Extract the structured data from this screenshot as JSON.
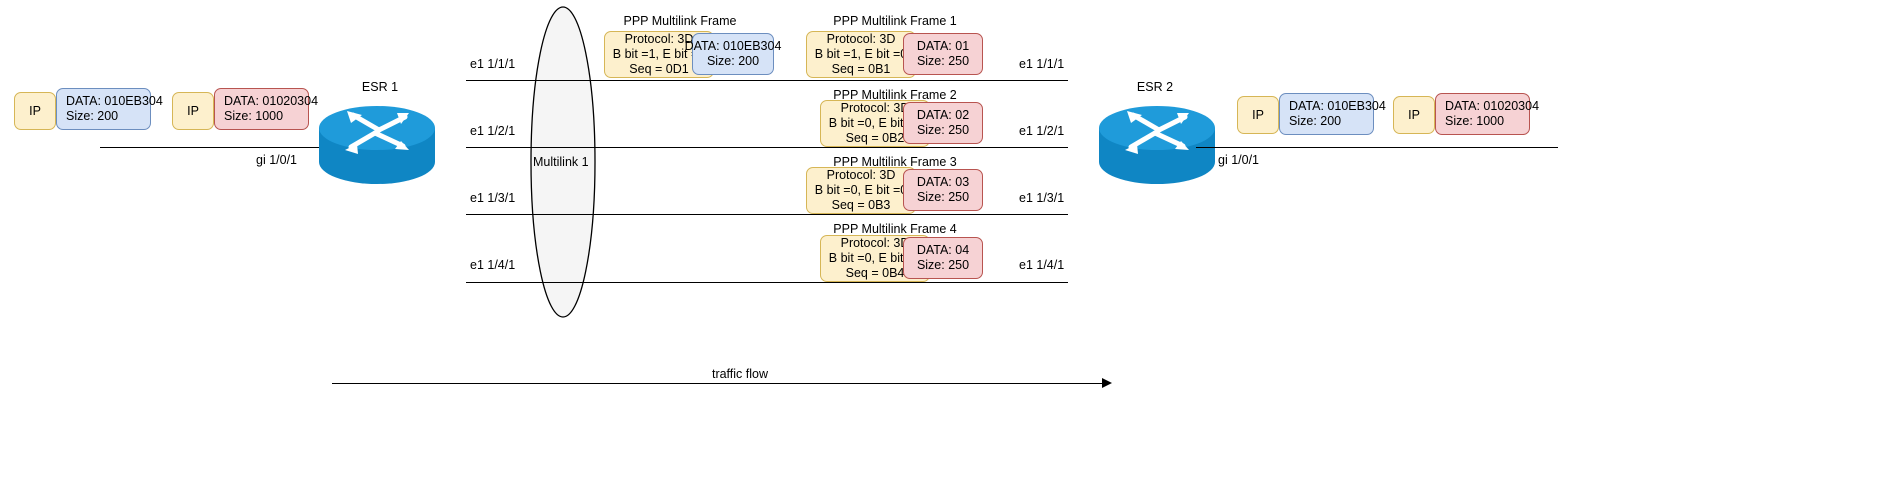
{
  "diagram": {
    "title_left_router": "ESR 1",
    "title_right_router": "ESR 2",
    "multilink_label": "Multilink 1",
    "traffic_flow_label": "traffic flow",
    "left_interface_label": "gi 1/0/1",
    "right_interface_label": "gi 1/0/1"
  },
  "left_packets": [
    {
      "header": "IP",
      "data_line1": "DATA: 010EB304",
      "data_line2": "Size: 200",
      "color": "blue"
    },
    {
      "header": "IP",
      "data_line1": "DATA: 01020304",
      "data_line2": "Size: 1000",
      "color": "pink"
    }
  ],
  "right_packets": [
    {
      "header": "IP",
      "data_line1": "DATA: 010EB304",
      "data_line2": "Size: 200",
      "color": "blue"
    },
    {
      "header": "IP",
      "data_line1": "DATA: 01020304",
      "data_line2": "Size: 1000",
      "color": "pink"
    }
  ],
  "links": [
    {
      "left_port": "e1 1/1/1",
      "right_port": "e1 1/1/1",
      "frames": [
        {
          "title": "PPP Multilink Frame",
          "proto_line1": "Protocol: 3D",
          "proto_line2": "B bit =1, E bit =1",
          "proto_line3": "Seq = 0D1",
          "data_line1": "DATA: 010EB304",
          "data_line2": "Size: 200",
          "data_color": "blue"
        },
        {
          "title": "PPP Multilink Frame 1",
          "proto_line1": "Protocol: 3D",
          "proto_line2": "B bit =1, E bit =0",
          "proto_line3": "Seq = 0B1",
          "data_line1": "DATA: 01",
          "data_line2": "Size: 250",
          "data_color": "pink"
        }
      ]
    },
    {
      "left_port": "e1 1/2/1",
      "right_port": "e1 1/2/1",
      "frames": [
        {
          "title": "PPP Multilink Frame 2",
          "proto_line1": "Protocol: 3D",
          "proto_line2": "B bit =0, E bit =0",
          "proto_line3": "Seq = 0B2",
          "data_line1": "DATA: 02",
          "data_line2": "Size: 250",
          "data_color": "pink"
        }
      ]
    },
    {
      "left_port": "e1 1/3/1",
      "right_port": "e1 1/3/1",
      "frames": [
        {
          "title": "PPP Multilink Frame 3",
          "proto_line1": "Protocol: 3D",
          "proto_line2": "B bit =0, E bit =0",
          "proto_line3": "Seq = 0B3",
          "data_line1": "DATA: 03",
          "data_line2": "Size: 250",
          "data_color": "pink"
        }
      ]
    },
    {
      "left_port": "e1 1/4/1",
      "right_port": "e1 1/4/1",
      "frames": [
        {
          "title": "PPP Multilink Frame 4",
          "proto_line1": "Protocol: 3D",
          "proto_line2": "B bit =0, E bit =1",
          "proto_line3": "Seq = 0B4",
          "data_line1": "DATA: 04",
          "data_line2": "Size: 250",
          "data_color": "pink"
        }
      ]
    }
  ],
  "colors": {
    "router_top": "#1f9bda",
    "router_body": "#0f86c4",
    "yellow_fill": "#fdf0cd",
    "yellow_stroke": "#d6b656",
    "blue_fill": "#d6e3f7",
    "blue_stroke": "#6c8ebf",
    "pink_fill": "#f6d2d4",
    "pink_stroke": "#b85450",
    "ellipse_fill": "#f5f5f5",
    "line": "#000000"
  }
}
